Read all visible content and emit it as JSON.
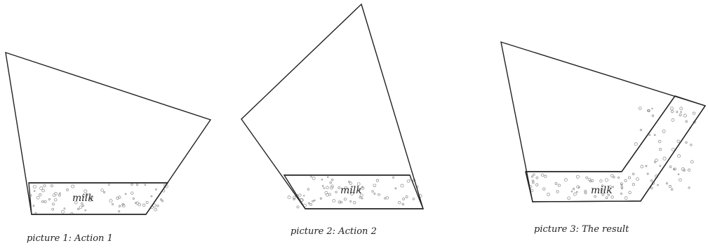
{
  "panels": [
    {
      "milk_label": "milk",
      "caption": "picture 1:  Action 1"
    },
    {
      "milk_label": "milk",
      "caption": "picture 2:  Action 2"
    },
    {
      "milk_label": "milk",
      "caption": "picture 3:  The result"
    }
  ]
}
